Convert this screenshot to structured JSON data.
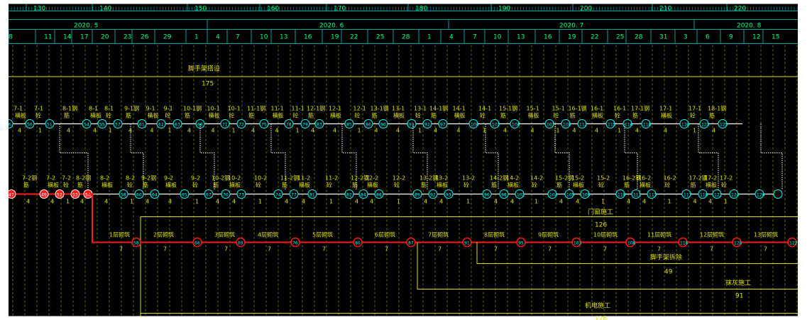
{
  "timescale": {
    "weeks": [
      "130",
      "140",
      "150",
      "160",
      "170",
      "180",
      "190",
      "200",
      "210",
      "220"
    ],
    "months": [
      "2020. 5",
      "2020. 6",
      "2020. 7",
      "2020. 8"
    ],
    "days": [
      "8",
      "11",
      "14",
      "17",
      "20",
      "23",
      "26",
      "29",
      "1",
      "4",
      "7",
      "10",
      "13",
      "16",
      "19",
      "22",
      "25",
      "28",
      "1",
      "4",
      "7",
      "10",
      "13",
      "16",
      "19",
      "22",
      "25",
      "28",
      "31",
      "3",
      "6",
      "9",
      "12",
      "15"
    ]
  },
  "tasks": {
    "scaffold_setup": {
      "name": "脚手架搭设",
      "duration": "175"
    },
    "door_window": {
      "name": "门窗施工",
      "duration": "126"
    },
    "scaffold_removal": {
      "name": "脚手架拆除",
      "duration": "49"
    },
    "plastering": {
      "name": "抹灰施工",
      "duration": "91"
    },
    "mep": {
      "name": "机电施工",
      "duration": "126"
    }
  },
  "row1_labels": [
    "7-1\n横板",
    "7-1\n砼",
    "8-1钢\n筋",
    "8-1\n横板",
    "8-1\n砼",
    "9-1钢\n筋",
    "9-1\n横板",
    "9-1\n砼",
    "10-1钢\n筋",
    "10-1\n横板",
    "10-1\n砼",
    "11-1钢\n筋",
    "11-1\n横板",
    "11-1\n砼",
    "12-1钢\n筋",
    "12-1\n横板",
    "12-1\n砼",
    "13-1钢\n筋",
    "13-1\n横板",
    "13-1\n砼",
    "14-1钢\n筋",
    "14-1\n横板",
    "14-1\n砼",
    "15-1钢\n筋",
    "15-1\n横板",
    "15-1\n砼",
    "16-1钢\n筋",
    "16-1\n横板",
    "16-1\n砼",
    "17-1钢\n筋",
    "17-1\n横板",
    "17-1\n砼",
    "18-1钢\n筋"
  ],
  "row1_nodes": [
    "46",
    "50",
    "51",
    "54",
    "55",
    "57",
    "61",
    "62",
    "63",
    "68",
    "71",
    "72",
    "75",
    "78",
    "79",
    "83",
    "85",
    "86",
    "90",
    "91",
    "92",
    "97",
    "100",
    "101",
    "106",
    "107",
    "108",
    "112",
    "115",
    "116",
    "118",
    "120",
    "123",
    "125"
  ],
  "row2_labels": [
    "7-2钢\n筋",
    "7-2\n横板",
    "7-2\n砼",
    "8-2钢\n筋",
    "8-2\n横板",
    "8-2\n砼",
    "9-2钢\n筋",
    "9-2\n横板",
    "9-2\n砼",
    "10-2钢\n筋",
    "10-2\n横板",
    "10-2\n砼",
    "11-2钢\n筋",
    "11-2\n横板",
    "11-2\n砼",
    "12-2钢\n筋",
    "12-2\n横板",
    "12-2\n砼",
    "13-2钢\n筋",
    "13-2\n横板",
    "13-2\n砼",
    "14-2钢\n筋",
    "14-2\n横板",
    "14-2\n砼",
    "15-2钢\n筋",
    "15-2\n横板",
    "15-2\n砼",
    "16-2钢\n筋",
    "16-2\n横板",
    "16-2\n砼",
    "17-2钢\n筋",
    "17-2\n横板",
    "17-2\n砼"
  ],
  "row2_nodes": [
    "47",
    "49",
    "52",
    "53",
    "56",
    "58",
    "60",
    "64",
    "65",
    "67",
    "70",
    "73",
    "74",
    "77",
    "81",
    "82",
    "84",
    "88",
    "89",
    "92",
    "93",
    "96",
    "98",
    "102",
    "104",
    "105",
    "109",
    "110",
    "111",
    "113",
    "117",
    "118",
    "121",
    "124",
    "126"
  ],
  "masonry": [
    {
      "name": "1层砌筑",
      "dur": "7"
    },
    {
      "name": "2层砌筑",
      "dur": "7"
    },
    {
      "name": "3层砌筑",
      "dur": "7"
    },
    {
      "name": "4层砌筑",
      "dur": "7"
    },
    {
      "name": "5层砌筑",
      "dur": "7"
    },
    {
      "name": "6层砌筑",
      "dur": "7"
    },
    {
      "name": "7层砌筑",
      "dur": "7"
    },
    {
      "name": "8层砌筑",
      "dur": "7"
    },
    {
      "name": "9层砌筑",
      "dur": "7"
    },
    {
      "name": "10层砌筑",
      "dur": "7"
    },
    {
      "name": "11层砌筑",
      "dur": "7"
    },
    {
      "name": "12层砌筑",
      "dur": "7"
    },
    {
      "name": "13层砌筑",
      "dur": "7"
    }
  ],
  "masonry_nodes": [
    "58",
    "66",
    "69",
    "76",
    "80",
    "87",
    "91",
    "95",
    "103",
    "108",
    "116",
    "120",
    "122"
  ],
  "colors": {
    "bg": "#000000",
    "grid": "#6b6b00",
    "text": "#e0e000",
    "node": "#00ffff",
    "arrow": "#ffffff",
    "critical": "#ff1a1a",
    "header_line": "#00a0a0",
    "header_text": "#00ff80"
  }
}
